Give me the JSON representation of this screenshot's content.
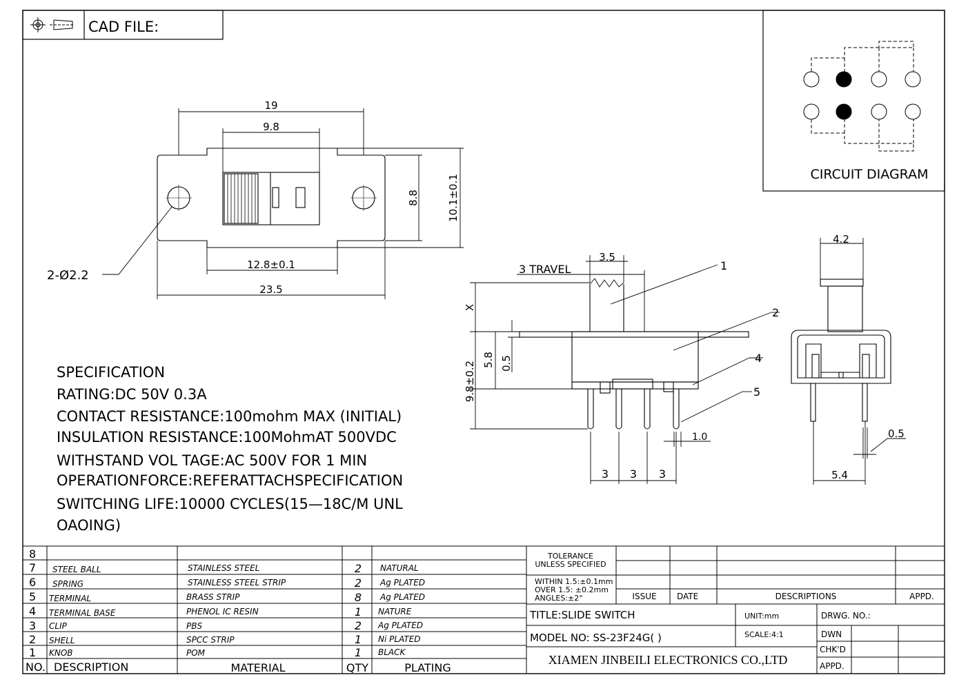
{
  "header": {
    "cad_file_label": "CAD FILE:"
  },
  "top_view": {
    "dim_overall_top": "19",
    "dim_knob_window": "9.8",
    "dim_height_inner": "8.8",
    "dim_height_outer": "10.1±0.1",
    "dim_hole_spacing": "12.8±0.1",
    "dim_overall_bottom": "23.5",
    "hole_callout": "2-Ø2.2"
  },
  "side_view": {
    "travel_label": "3 TRAVEL",
    "dim_knob_width": "3.5",
    "dim_x": "X",
    "dim_body": "5.8",
    "dim_flange": "0.5",
    "dim_total": "9.8±0.2",
    "dim_pin_width": "1.0",
    "pitch": [
      "3",
      "3",
      "3"
    ],
    "balloons": [
      "1",
      "2",
      "4",
      "5"
    ]
  },
  "end_view": {
    "dim_top": "4.2",
    "dim_pin": "0.5",
    "dim_bottom": "5.4"
  },
  "circuit": {
    "title": "CIRCUIT DIAGRAM"
  },
  "spec": {
    "lines": [
      "SPECIFICATION",
      "RATING:DC  50V  0.3A",
      "CONTACT  RESISTANCE:100mohm  MAX  (INITIAL)",
      "INSULATION  RESISTANCE:100MohmAT  500VDC",
      "WITHSTAND  VOL TAGE:AC  500V  FOR  1  MIN",
      "OPERATIONFORCE:REFERATTACHSPECIFICATION",
      "SWITCHING  LIFE:10000  CYCLES(15—18C/M  UNL",
      "OAOING)"
    ]
  },
  "bom": {
    "headers": {
      "no": "NO.",
      "description": "DESCRIPTION",
      "material": "MATERIAL",
      "qty": "QTY",
      "plating": "PLATING"
    },
    "rows": [
      {
        "no": "8",
        "description": "",
        "material": "",
        "qty": "",
        "plating": ""
      },
      {
        "no": "7",
        "description": "STEEL  BALL",
        "material": "STAINLESS  STEEL",
        "qty": "2",
        "plating": "NATURAL"
      },
      {
        "no": "6",
        "description": "SPRING",
        "material": "STAINLESS  STEEL  STRIP",
        "qty": "2",
        "plating": "Ag  PLATED"
      },
      {
        "no": "5",
        "description": "TERMINAL",
        "material": "BRASS  STRIP",
        "qty": "8",
        "plating": "Ag  PLATED"
      },
      {
        "no": "4",
        "description": "TERMINAL  BASE",
        "material": "PHENOL  IC  RESIN",
        "qty": "1",
        "plating": "NATURE"
      },
      {
        "no": "3",
        "description": "CLIP",
        "material": "PBS",
        "qty": "2",
        "plating": "Ag  PLATED"
      },
      {
        "no": "2",
        "description": "SHELL",
        "material": "SPCC  STRIP",
        "qty": "1",
        "plating": "Ni  PLATED"
      },
      {
        "no": "1",
        "description": "KNOB",
        "material": "POM",
        "qty": "1",
        "plating": "BLACK"
      }
    ]
  },
  "title_block": {
    "tolerance_1": "TOLERANCE",
    "tolerance_2": "UNLESS  SPECIFIED",
    "within": "WITHIN  1.5:±0.1mm",
    "over": "OVER  1.5:  ±0.2mm",
    "angles": "ANGLES:±2°",
    "issue": "ISSUE",
    "date": "DATE",
    "descriptions": "DESCRIPTIONS",
    "appd": "APPD.",
    "title": "TITLE:SLIDE  SWITCH",
    "unit": "UNIT:mm",
    "drwg_no": "DRWG.  NO.:",
    "model": "MODEL  NO:  SS-23F24G(  )",
    "scale": "SCALE:4:1",
    "dwn": "DWN",
    "chkd": "CHK'D",
    "appd2": "APPD.",
    "company": "XIAMEN JINBEILI ELECTRONICS CO.,LTD"
  }
}
